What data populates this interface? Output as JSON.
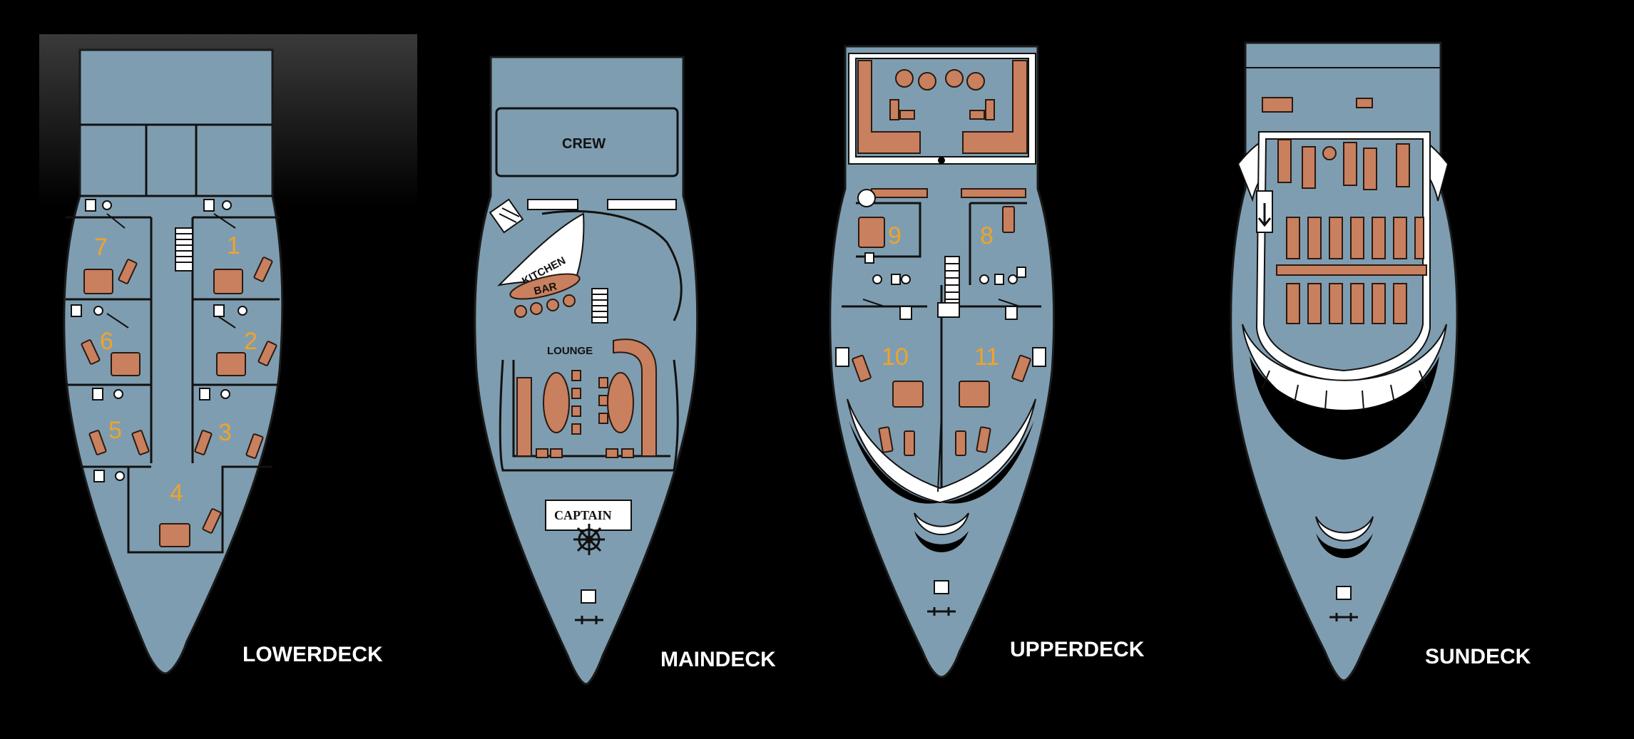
{
  "decks": [
    {
      "label": "LOWERDECK",
      "cabins": [
        "7",
        "1",
        "6",
        "2",
        "5",
        "3",
        "4"
      ]
    },
    {
      "label": "MAINDECK",
      "rooms": {
        "crew": "CREW",
        "kitchen": "KITCHEN",
        "bar": "BAR",
        "lounge": "LOUNGE",
        "captain": "CAPTAIN"
      }
    },
    {
      "label": "UPPERDECK",
      "cabins": [
        "9",
        "8",
        "10",
        "11"
      ]
    },
    {
      "label": "SUNDECK"
    }
  ],
  "colors": {
    "background": "#000000",
    "hull": "#7f9db0",
    "furniture": "#c9805e",
    "cabin_number": "#f0a32a",
    "label": "#ffffff"
  },
  "icons": [
    "stairs-icon",
    "bed-icon",
    "sun-lounger-icon",
    "helm-wheel-icon",
    "anchor-icon",
    "toilet-icon"
  ]
}
